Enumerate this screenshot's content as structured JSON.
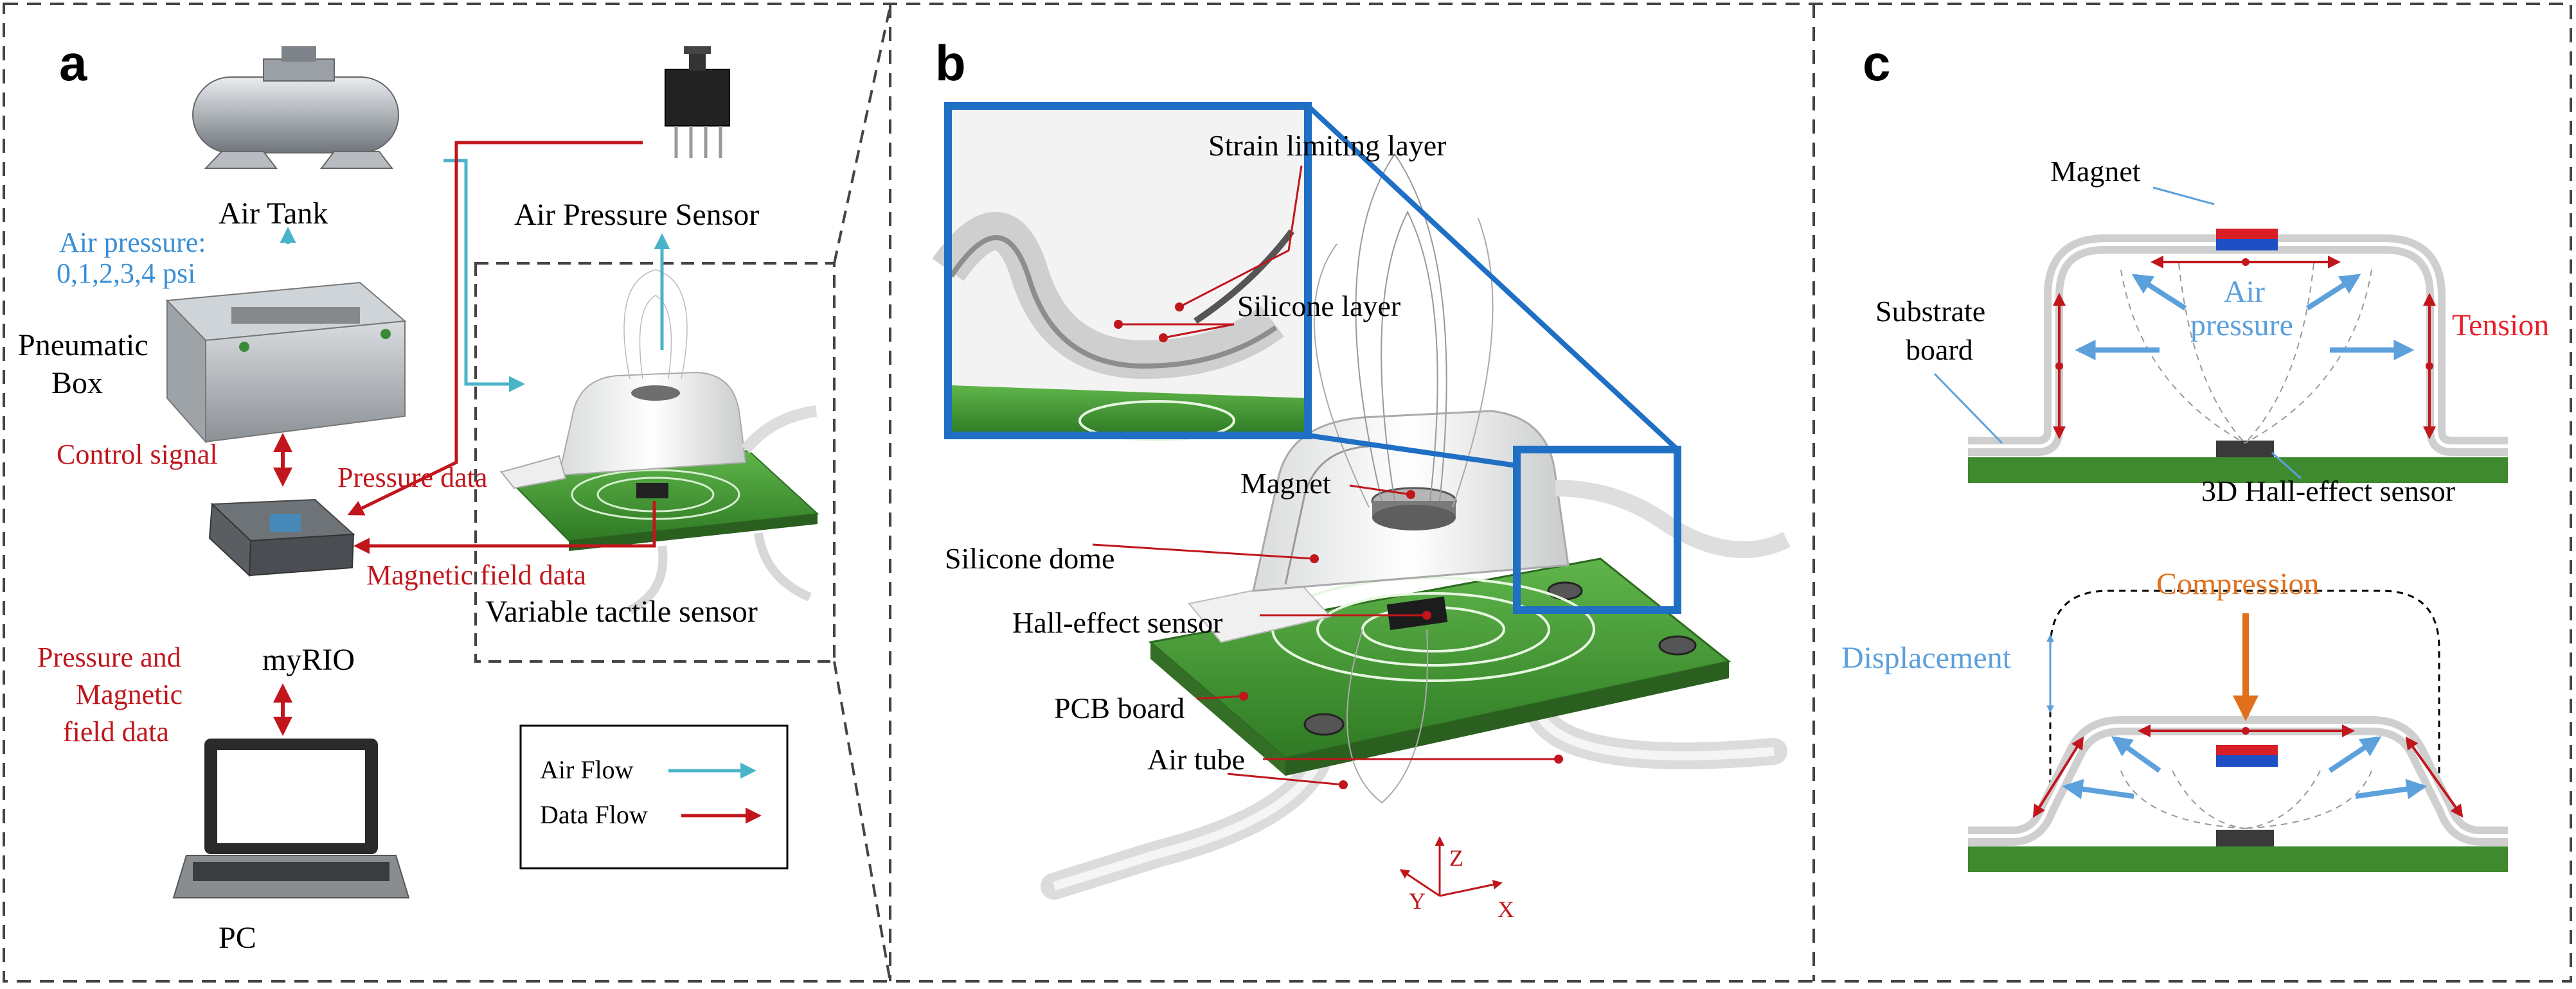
{
  "panels": {
    "a": {
      "letter": "a",
      "air_tank": "Air Tank",
      "air_pressure_sensor": "Air Pressure Sensor",
      "air_pressure_label": "Air pressure:",
      "air_pressure_values": "0,1,2,3,4 psi",
      "pneumatic_line1": "Pneumatic",
      "pneumatic_line2": "Box",
      "control_signal": "Control signal",
      "pressure_data": "Pressure data",
      "magnetic_field_data": "Magnetic field data",
      "variable_tactile_sensor": "Variable tactile sensor",
      "myrio": "myRIO",
      "pm_line1": "Pressure and",
      "pm_line2": "Magnetic",
      "pm_line3": "field data",
      "pc": "PC",
      "legend": {
        "air_flow": "Air Flow",
        "data_flow": "Data Flow"
      }
    },
    "b": {
      "letter": "b",
      "strain_limiting_layer": "Strain limiting layer",
      "silicone_layer": "Silicone layer",
      "magnet": "Magnet",
      "silicone_dome": "Silicone dome",
      "hall_effect_sensor": "Hall-effect sensor",
      "pcb_board": "PCB board",
      "air_tube": "Air tube",
      "axis_x": "X",
      "axis_y": "Y",
      "axis_z": "Z"
    },
    "c": {
      "letter": "c",
      "magnet": "Magnet",
      "air_pressure_line1": "Air",
      "air_pressure_line2": "pressure",
      "substrate_line1": "Substrate",
      "substrate_line2": "board",
      "tension": "Tension",
      "hall_sensor_3d": "3D Hall-effect sensor",
      "compression": "Compression",
      "displacement": "Displacement"
    }
  },
  "colors": {
    "air_flow": "#4bb3c8",
    "data_flow": "#c0161c",
    "pressure_text": "#3a8fd6",
    "compression": "#e0701c",
    "pcb_green": "#3f8a2e",
    "frame_blue": "#1f6fc5",
    "magnet_red": "#d81e26",
    "magnet_blue": "#1f4fc4"
  }
}
